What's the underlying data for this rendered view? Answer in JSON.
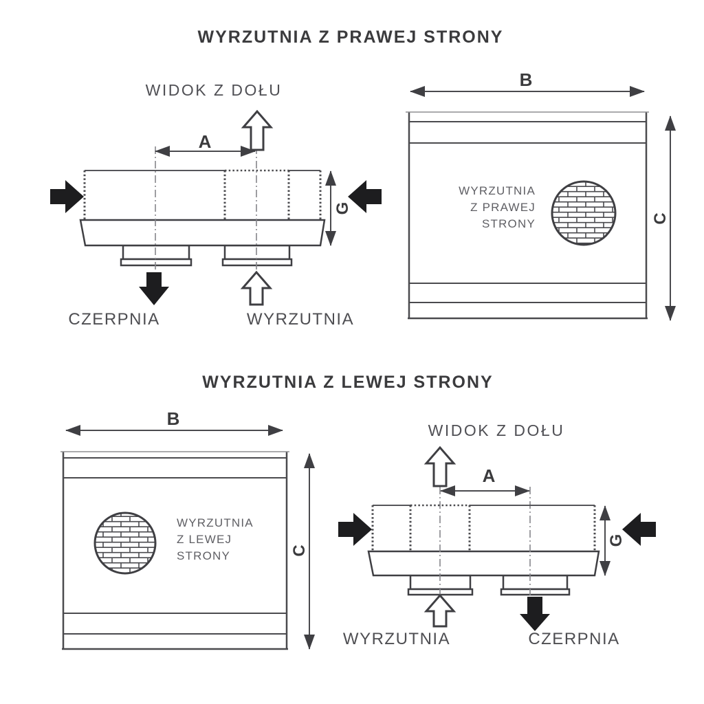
{
  "titles": {
    "right_side": "WYRZUTNIA Z PRAWEJ STRONY",
    "left_side": "WYRZUTNIA Z LEWEJ STRONY"
  },
  "labels": {
    "view_from_below": "WIDOK Z DOŁU",
    "intake": "CZERPNIA",
    "exhaust": "WYRZUTNIA"
  },
  "dims": {
    "a": "A",
    "b": "B",
    "c": "C",
    "g": "G"
  },
  "unit_right": {
    "l1": "WYRZUTNIA",
    "l2": "Z PRAWEJ",
    "l3": "STRONY"
  },
  "unit_left": {
    "l1": "WYRZUTNIA",
    "l2": "Z LEWEJ",
    "l3": "STRONY"
  },
  "colors": {
    "line": "#4a4a4e",
    "line_light": "#8d8d91",
    "centerline": "#85858a",
    "black_arrow": "#1d1d1f",
    "text_dark": "#3b3b3d",
    "text_gray": "#4e4e52",
    "text_light": "#5f5f64",
    "background": "#ffffff"
  }
}
